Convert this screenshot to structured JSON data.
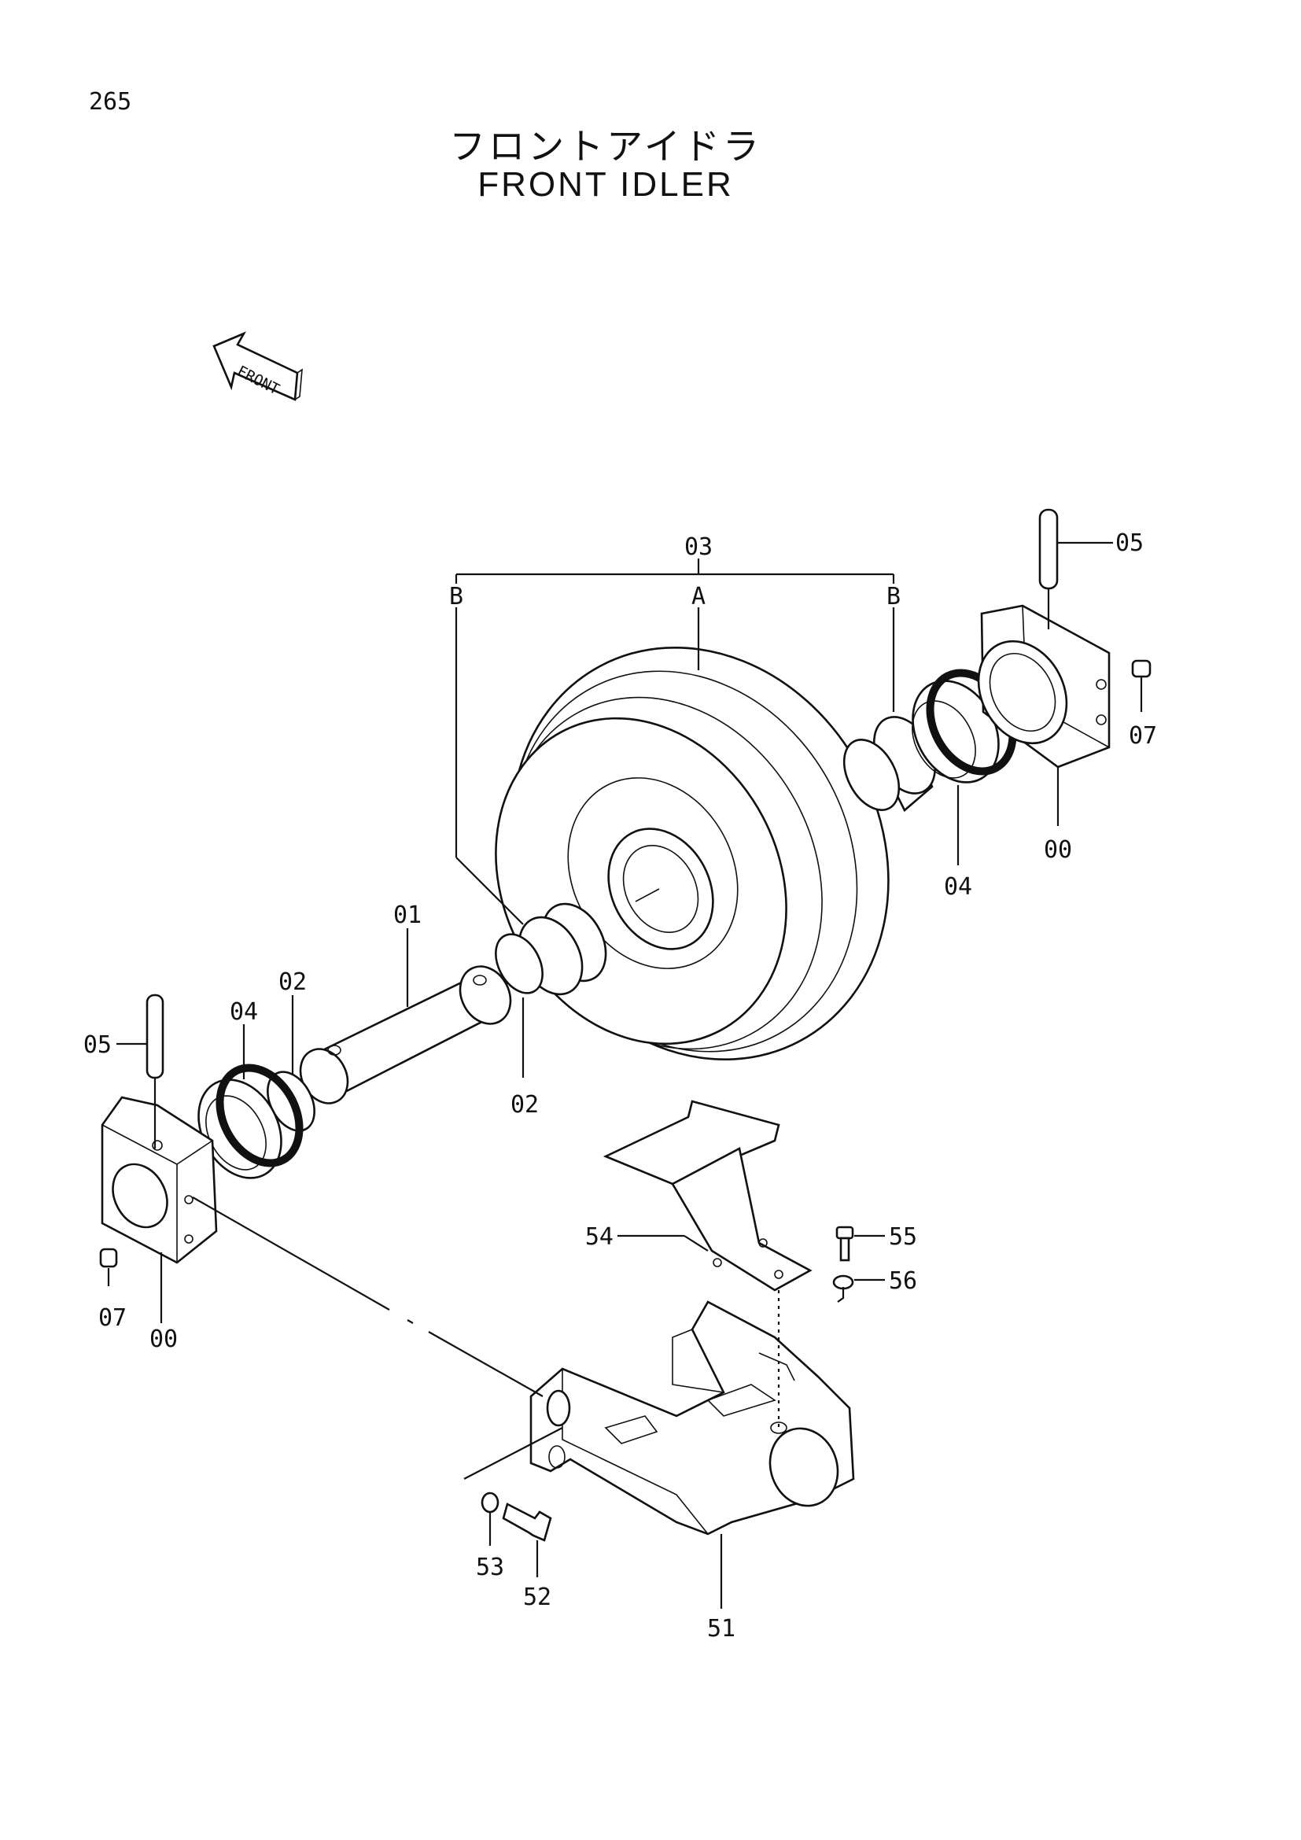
{
  "page_number": "265",
  "title_jp": "フロントアイドラ",
  "title_en": "FRONT IDLER",
  "front_arrow_label": "FRONT",
  "callouts": {
    "c03": "03",
    "a": "A",
    "b_left": "B",
    "b_right": "B",
    "c05_right": "05",
    "c07_right": "07",
    "c00_right": "00",
    "c04_right": "04",
    "c01": "01",
    "c02_upper": "02",
    "c04_left": "04",
    "c05_left": "05",
    "c02_lower": "02",
    "c07_left": "07",
    "c00_left": "00",
    "c54": "54",
    "c55": "55",
    "c56": "56",
    "c53": "53",
    "c52": "52",
    "c51": "51"
  }
}
